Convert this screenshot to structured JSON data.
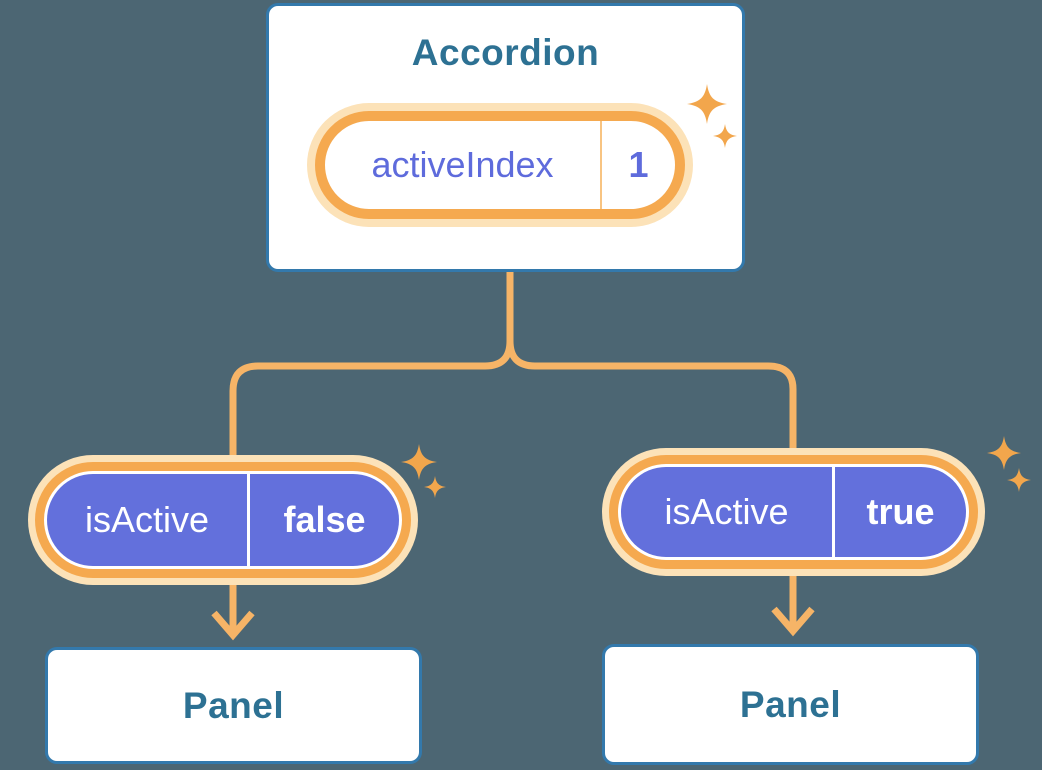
{
  "colors": {
    "background": "#4C6673",
    "card_border": "#3379AC",
    "heading_text": "#2D7193",
    "pill_purple": "#6370DC",
    "purple_text": "#5E6BDC",
    "orange_ring": "#F5A94F",
    "orange_glow": "#FCE2B8",
    "orange_line": "#F6B467",
    "orange_divider": "#F8C482",
    "sparkle": "#F2A64C",
    "pill_text_white": "#FFFFFF"
  },
  "accordion": {
    "title": "Accordion",
    "pill": {
      "label": "activeIndex",
      "value": "1"
    }
  },
  "left": {
    "pill": {
      "label": "isActive",
      "value": "false"
    },
    "panel": {
      "title": "Panel"
    }
  },
  "right": {
    "pill": {
      "label": "isActive",
      "value": "true"
    },
    "panel": {
      "title": "Panel"
    }
  },
  "icons": {
    "sparkle_glyph": "✦"
  }
}
